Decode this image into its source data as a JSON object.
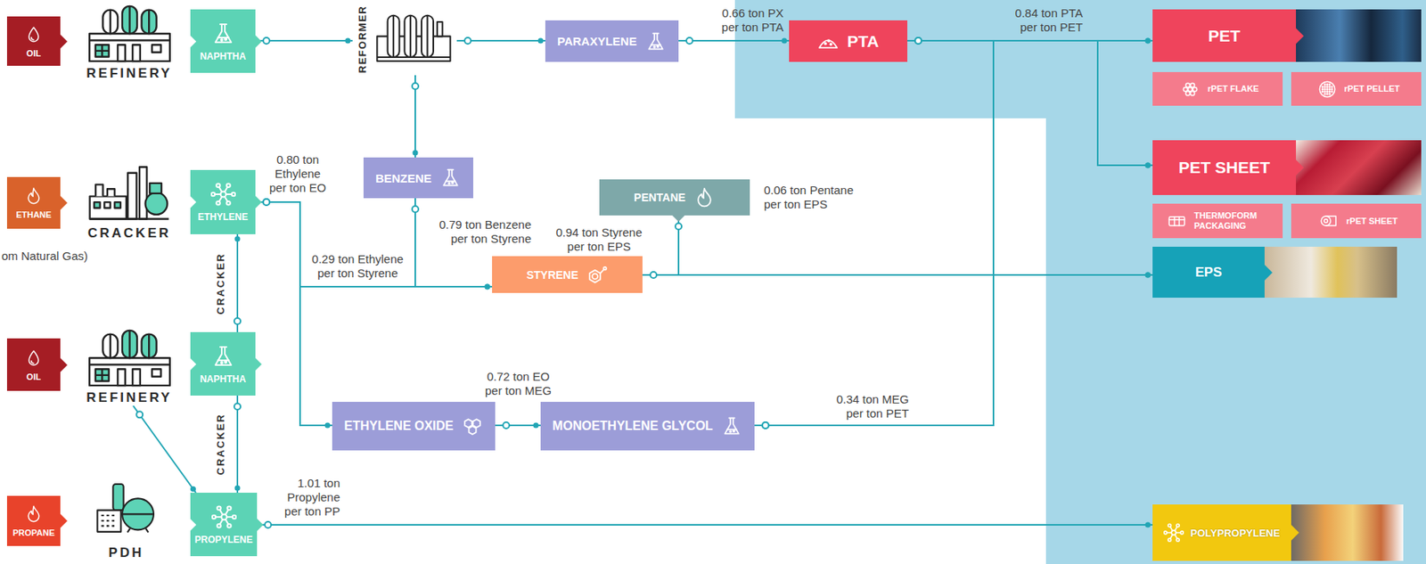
{
  "diagram": {
    "nodes": [
      {
        "text": [
          "OIL"
        ]
      },
      {
        "text": [
          "REFINERY"
        ]
      },
      {
        "text": [
          "NAPHTHA"
        ]
      },
      {
        "text": [
          "REFORMER"
        ]
      },
      {
        "text": [
          "PARAXYLENE"
        ]
      },
      {
        "text": [
          "PTA"
        ]
      },
      {
        "text": [
          "BENZENE"
        ]
      },
      {
        "text": [
          "ETHANE"
        ]
      },
      {
        "text": [
          "CRACKER"
        ]
      },
      {
        "text": [
          "ETHYLENE"
        ]
      },
      {
        "text": [
          "PENTANE"
        ]
      },
      {
        "text": [
          "STYRENE"
        ]
      },
      {
        "text": [
          "OIL"
        ]
      },
      {
        "text": [
          "REFINERY"
        ]
      },
      {
        "text": [
          "NAPHTHA"
        ]
      },
      {
        "text": [
          "ETHYLENE OXIDE"
        ]
      },
      {
        "text": [
          "MONOETHYLENE GLYCOL"
        ]
      },
      {
        "text": [
          "PROPANE"
        ]
      },
      {
        "text": [
          "PDH"
        ]
      },
      {
        "text": [
          "PROPYLENE"
        ]
      },
      {
        "text": [
          "PET"
        ]
      },
      {
        "text": [
          "rPET FLAKE"
        ]
      },
      {
        "text": [
          "rPET PELLET"
        ]
      },
      {
        "text": [
          "PET SHEET"
        ]
      },
      {
        "text": [
          "THERMOFORM PACKAGING"
        ]
      },
      {
        "text": [
          "rPET SHEET"
        ]
      },
      {
        "text": [
          "EPS"
        ]
      },
      {
        "text": [
          "POLYPROPYLENE"
        ]
      }
    ],
    "edges": [
      {
        "from": 2,
        "to": 3,
        "arrow": "none"
      },
      {
        "from": 3,
        "to": 4,
        "arrow": "none"
      },
      {
        "from": 4,
        "to": 5,
        "label": "0.66 ton PX per ton PTA",
        "arrow": "none"
      },
      {
        "from": 3,
        "to": 6,
        "arrow": "none"
      },
      {
        "from": 6,
        "to": 11,
        "label": "0.79 ton Benzene per ton Styrene",
        "arrow": "none"
      },
      {
        "from": 9,
        "to": 11,
        "label": "0.29 ton Ethylene per ton Styrene",
        "arrow": "none"
      },
      {
        "from": 9,
        "to": 15,
        "label": "0.80 ton Ethylene per ton EO",
        "arrow": "none"
      },
      {
        "from": 14,
        "to": 9,
        "label": "CRACKER",
        "arrow": "none"
      },
      {
        "from": 14,
        "to": 19,
        "label": "CRACKER",
        "arrow": "none"
      },
      {
        "from": 13,
        "to": 19,
        "arrow": "none"
      },
      {
        "from": 10,
        "to": 26,
        "label": "0.06 ton Pentane per ton EPS",
        "arrow": "none"
      },
      {
        "from": 11,
        "to": 26,
        "label": "0.94 ton Styrene per ton EPS",
        "arrow": "none"
      },
      {
        "from": 15,
        "to": 16,
        "label": "0.72 ton EO per ton MEG",
        "arrow": "none"
      },
      {
        "from": 16,
        "to": 20,
        "label": "0.34 ton MEG per ton PET",
        "arrow": "none"
      },
      {
        "from": 16,
        "to": 23,
        "arrow": "none"
      },
      {
        "from": 5,
        "to": 20,
        "label": "0.84 ton PTA per ton PET",
        "arrow": "none"
      },
      {
        "from": 5,
        "to": 23,
        "arrow": "none"
      },
      {
        "from": 19,
        "to": 27,
        "label": "1.01 ton Propylene per ton PP",
        "arrow": "none"
      }
    ],
    "labels": [
      "om Natural Gas)"
    ]
  }
}
